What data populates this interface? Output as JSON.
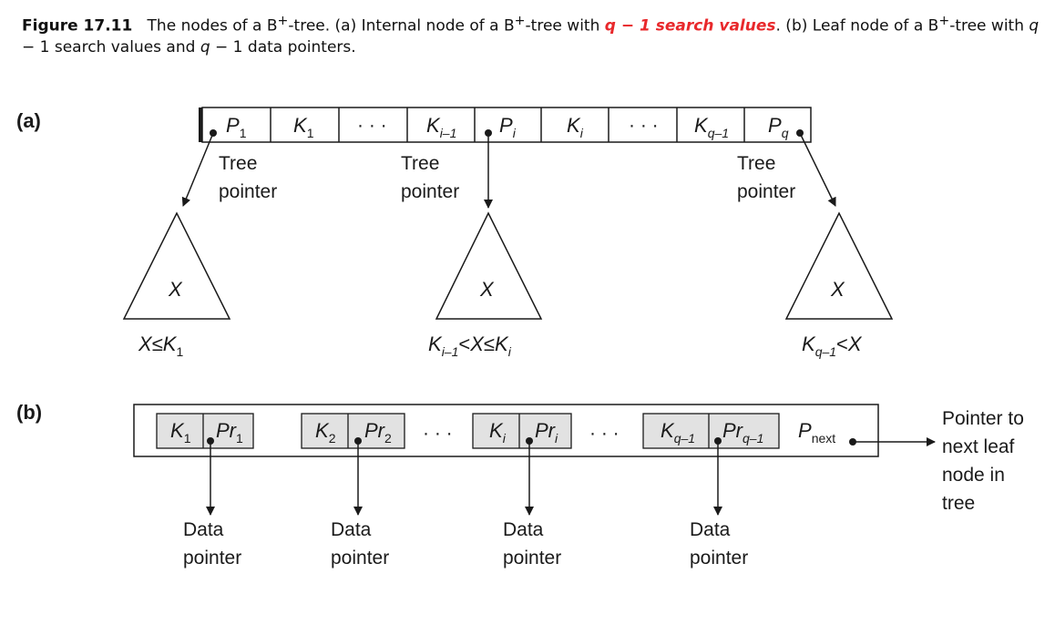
{
  "caption": {
    "figure_label": "Figure 17.11",
    "text_1": "The nodes of a B",
    "sup": "+",
    "text_2": "-tree. (a) Internal node of a B",
    "text_3": "-tree with ",
    "highlight": "q − 1 search values",
    "text_4": ". (b) Leaf node of a B",
    "text_5": "-tree with ",
    "q1": "q",
    "text_6": " − 1 search values and ",
    "q2": "q",
    "text_7": " − 1 data pointers."
  },
  "part_a": {
    "label": "(a)",
    "cells": {
      "p1": {
        "main": "P",
        "sub": "1"
      },
      "k1": {
        "main": "K",
        "sub": "1"
      },
      "dots1": "· · ·",
      "ki_1": {
        "main": "K",
        "sub": "i–1"
      },
      "pi": {
        "main": "P",
        "sub": "i"
      },
      "ki": {
        "main": "K",
        "sub": "i"
      },
      "dots2": "· · ·",
      "kq_1": {
        "main": "K",
        "sub": "q–1"
      },
      "pq": {
        "main": "P",
        "sub": "q"
      }
    },
    "pointer_labels": {
      "line1": "Tree",
      "line2": "pointer"
    },
    "subtrees": {
      "node_var": "X",
      "cond_left": {
        "x": "X",
        "op": "≤",
        "k": "K",
        "sub": "1"
      },
      "cond_mid": {
        "k1": "K",
        "sub1": "i–1",
        "op1": "<",
        "x": "X",
        "op2": "≤",
        "k2": "K",
        "sub2": "i"
      },
      "cond_right": {
        "k": "K",
        "sub": "q–1",
        "op": "<",
        "x": "X"
      }
    }
  },
  "part_b": {
    "label": "(b)",
    "pairs": [
      {
        "k": "K",
        "k_sub": "1",
        "pr": "Pr",
        "pr_sub": "1"
      },
      {
        "k": "K",
        "k_sub": "2",
        "pr": "Pr",
        "pr_sub": "2"
      },
      {
        "k": "K",
        "k_sub": "i",
        "pr": "Pr",
        "pr_sub": "i"
      },
      {
        "k": "K",
        "k_sub": "q–1",
        "pr": "Pr",
        "pr_sub": "q–1"
      }
    ],
    "dots": "· · ·",
    "pnext": {
      "main": "P",
      "sub": "next"
    },
    "data_pointer": {
      "line1": "Data",
      "line2": "pointer"
    },
    "next_leaf": {
      "line1": "Pointer to",
      "line2": "next leaf",
      "line3": "node in",
      "line4": "tree"
    }
  },
  "colors": {
    "cell_fill_b": "#e2e2e2",
    "highlight": "#e8282b",
    "ink": "#1a1a1a"
  }
}
